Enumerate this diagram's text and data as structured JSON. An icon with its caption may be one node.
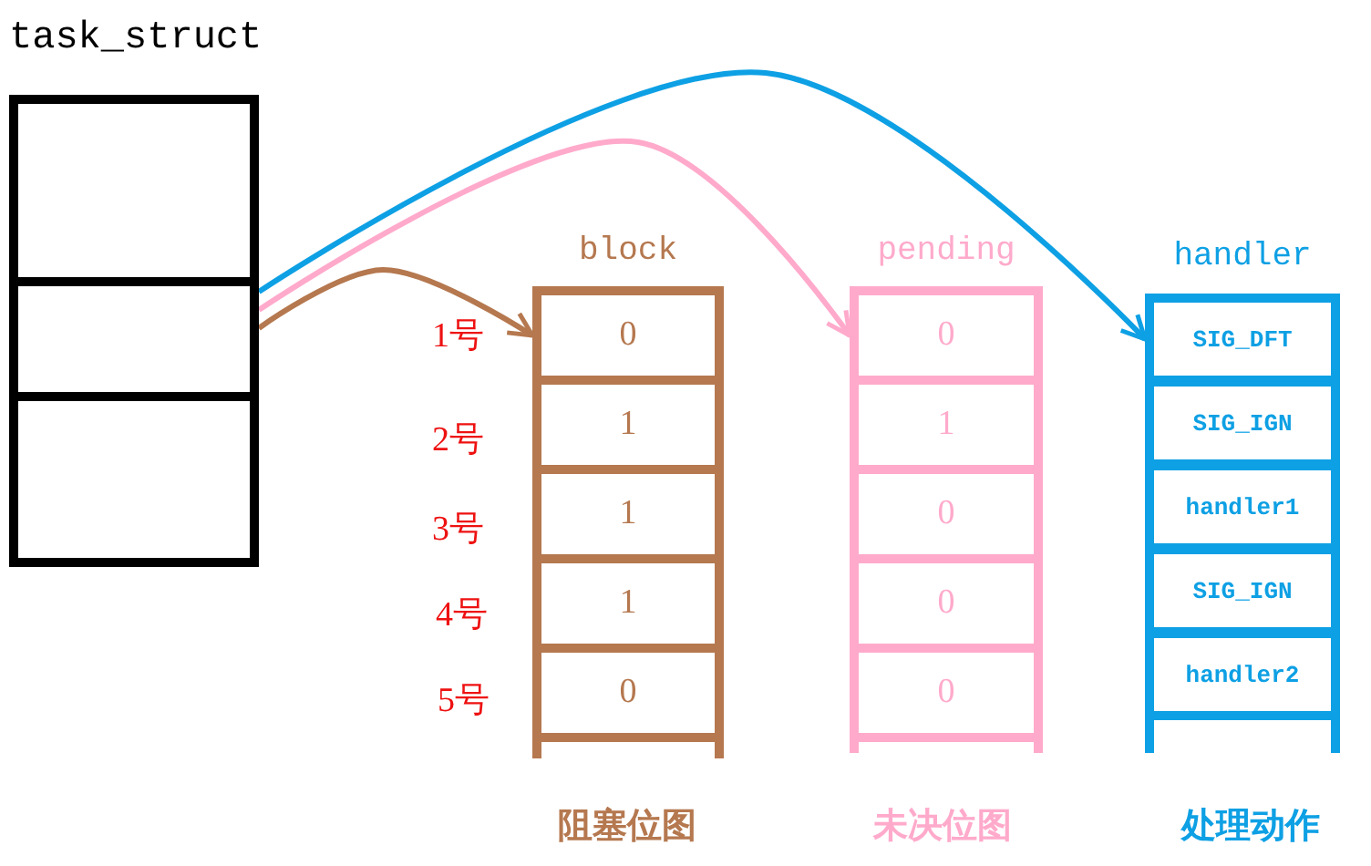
{
  "diagram": {
    "nodes": [
      {
        "text": [
          "task_struct"
        ]
      },
      {
        "text": [],
        "shape": "box",
        "in": 0
      },
      {
        "text": [],
        "shape": "box",
        "in": 0
      },
      {
        "text": [],
        "shape": "box",
        "in": 0
      },
      {
        "text": [
          "block"
        ],
        "beside": [
          "阻塞位图"
        ]
      },
      {
        "text": [
          "0"
        ],
        "in": 4
      },
      {
        "text": [
          "1"
        ],
        "in": 4
      },
      {
        "text": [
          "1"
        ],
        "in": 4
      },
      {
        "text": [
          "1"
        ],
        "in": 4
      },
      {
        "text": [
          "0"
        ],
        "in": 4
      },
      {
        "text": [
          "pending"
        ],
        "beside": [
          "未决位图"
        ]
      },
      {
        "text": [
          "0"
        ],
        "in": 10
      },
      {
        "text": [
          "1"
        ],
        "in": 10
      },
      {
        "text": [
          "0"
        ],
        "in": 10
      },
      {
        "text": [
          "0"
        ],
        "in": 10
      },
      {
        "text": [
          "0"
        ],
        "in": 10
      },
      {
        "text": [
          "handler"
        ],
        "beside": [
          "处理动作"
        ]
      },
      {
        "text": [
          "SIG_DFT"
        ],
        "in": 16
      },
      {
        "text": [
          "SIG_IGN"
        ],
        "in": 16
      },
      {
        "text": [
          "handler1"
        ],
        "in": 16
      },
      {
        "text": [
          "SIG_IGN"
        ],
        "in": 16
      },
      {
        "text": [
          "handler2"
        ],
        "in": 16
      }
    ],
    "edges": [
      {
        "from": 2,
        "to": 5,
        "arrow": "to",
        "color": "#b5784f"
      },
      {
        "from": 2,
        "to": 11,
        "arrow": "to",
        "color": "#ffaacb"
      },
      {
        "from": 2,
        "to": 17,
        "arrow": "to",
        "color": "#0ea0e4"
      }
    ],
    "labels": [
      "1号",
      "2号",
      "3号",
      "4号",
      "5号"
    ]
  }
}
